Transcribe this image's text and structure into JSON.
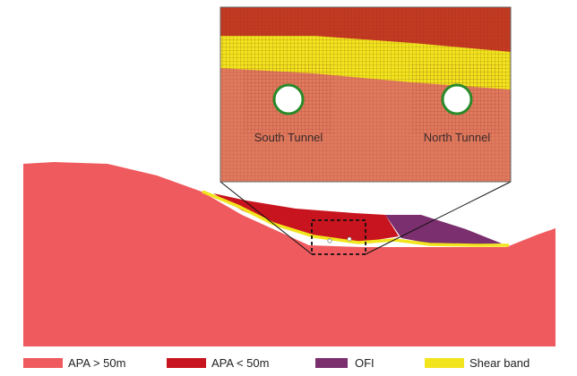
{
  "colors": {
    "apa_gt_50m": "#ef5a5e",
    "apa_lt_50m": "#c8141e",
    "ofi": "#7b2f6e",
    "shear_band": "#f2e41d",
    "inset_upper": "#c23a22",
    "inset_lower": "#e07a5e",
    "tunnel_ring": "#2a8a2a",
    "background": "#ffffff"
  },
  "tunnels": {
    "south": "South Tunnel",
    "north": "North Tunnel"
  },
  "legend": [
    {
      "id": "apa-gt-50m",
      "label": "APA > 50m",
      "color_key": "apa_gt_50m"
    },
    {
      "id": "apa-lt-50m",
      "label": "APA < 50m",
      "color_key": "apa_lt_50m"
    },
    {
      "id": "ofi",
      "label": "OFI",
      "color_key": "ofi"
    },
    {
      "id": "shear-band",
      "label": "Shear band",
      "color_key": "shear_band"
    }
  ]
}
